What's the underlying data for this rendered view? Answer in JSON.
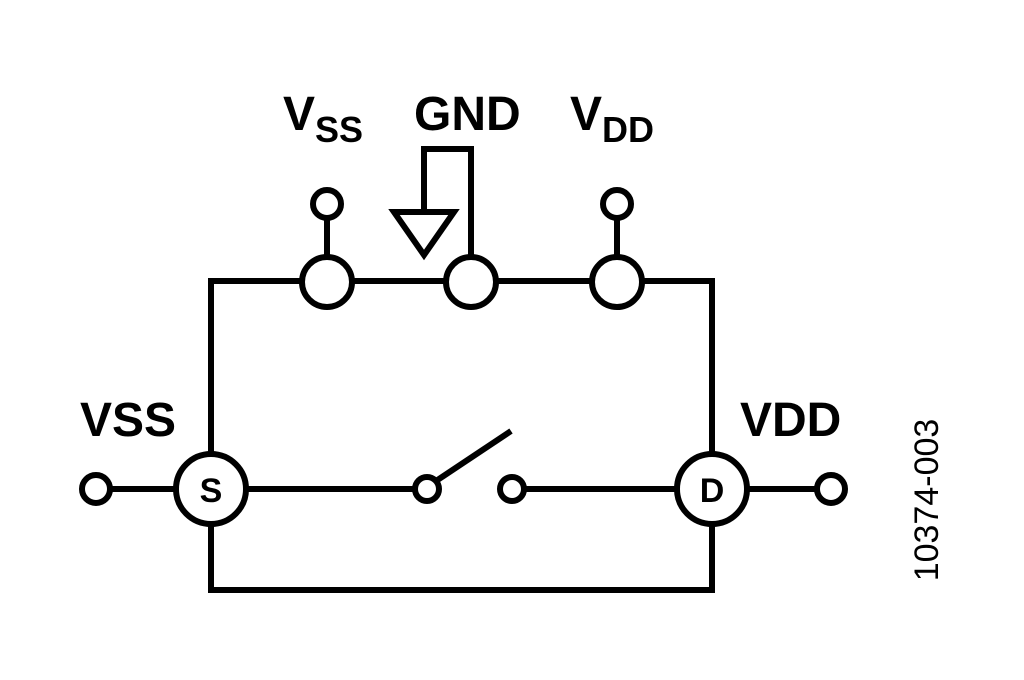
{
  "labels": {
    "vss_top": {
      "main": "V",
      "sub": "SS"
    },
    "gnd": "GND",
    "vdd_top": {
      "main": "V",
      "sub": "DD"
    },
    "vss_left": "VSS",
    "vdd_right": "VDD",
    "source_terminal": "S",
    "drain_terminal": "D",
    "figure_id": "10374-003"
  },
  "colors": {
    "stroke": "#000000",
    "background": "#ffffff"
  }
}
